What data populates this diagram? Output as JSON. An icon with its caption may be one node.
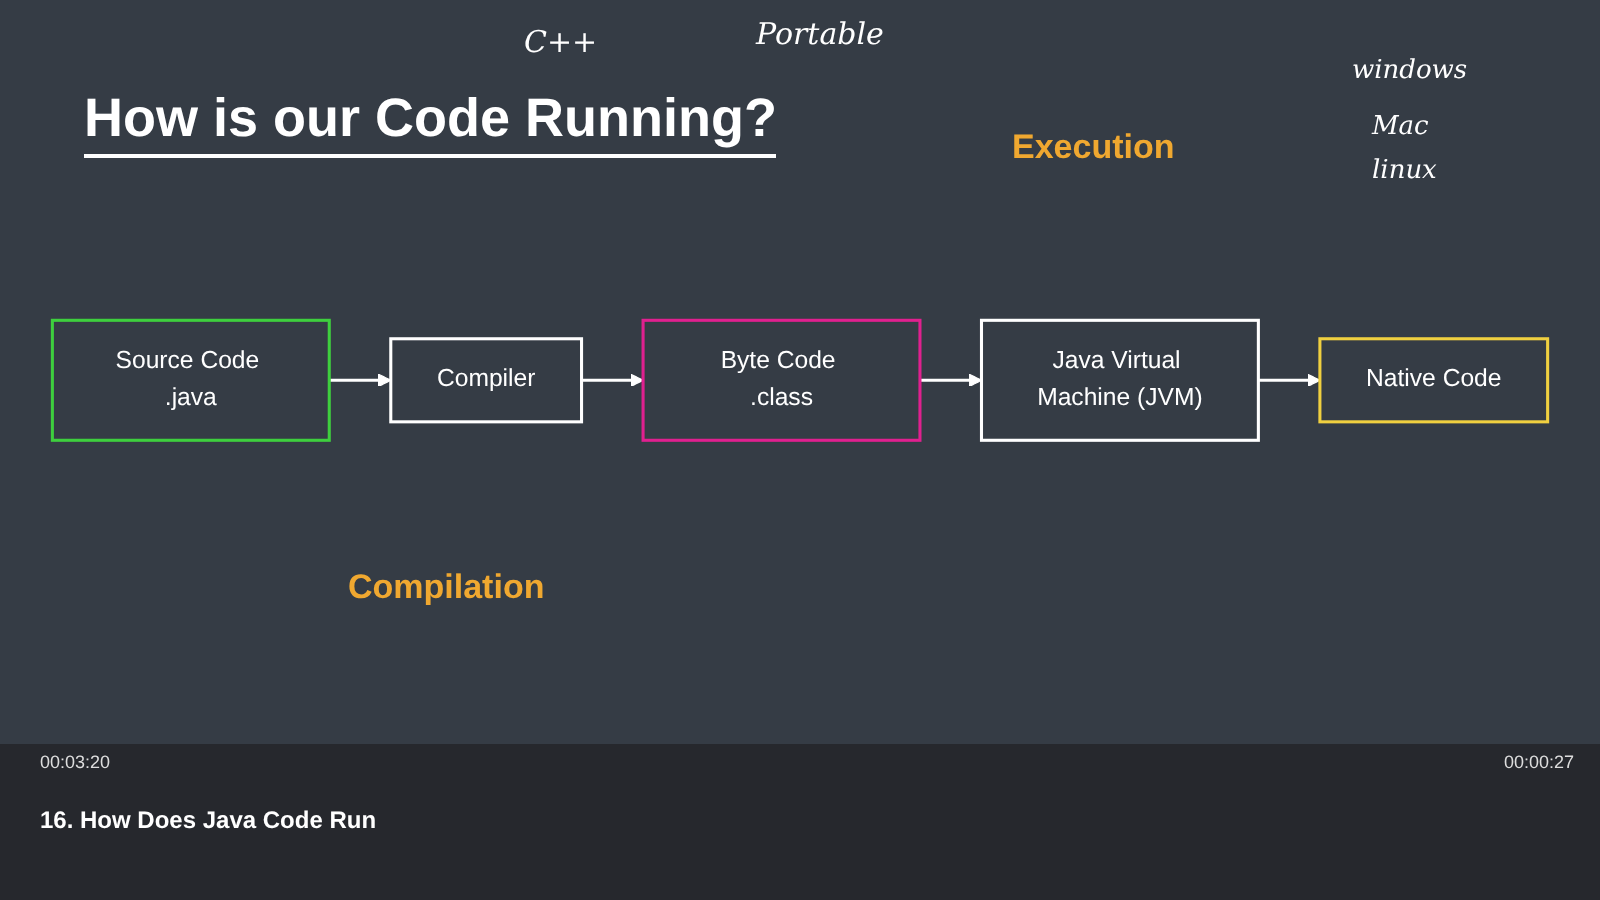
{
  "diagram": {
    "title": "How is our Code Running?",
    "nodes": [
      {
        "text": [
          "Source Code .java"
        ]
      },
      {
        "text": [
          "Compiler"
        ]
      },
      {
        "text": [
          "Byte Code .class"
        ]
      },
      {
        "text": [
          "Java Virtual Machine (JVM)"
        ]
      },
      {
        "text": [
          "Native Code"
        ]
      }
    ],
    "edges": [
      {
        "from": 0,
        "to": 1,
        "arrow": "to"
      },
      {
        "from": 1,
        "to": 2,
        "arrow": "to"
      },
      {
        "from": 2,
        "to": 3,
        "arrow": "to"
      },
      {
        "from": 3,
        "to": 4,
        "arrow": "to"
      }
    ],
    "labels": [
      "C++",
      "Portable",
      "windows",
      "Mac",
      "linux",
      "Execution",
      "Compilation",
      "00:03:20",
      "00:00:27",
      "16. How Does Java Code Run"
    ]
  }
}
